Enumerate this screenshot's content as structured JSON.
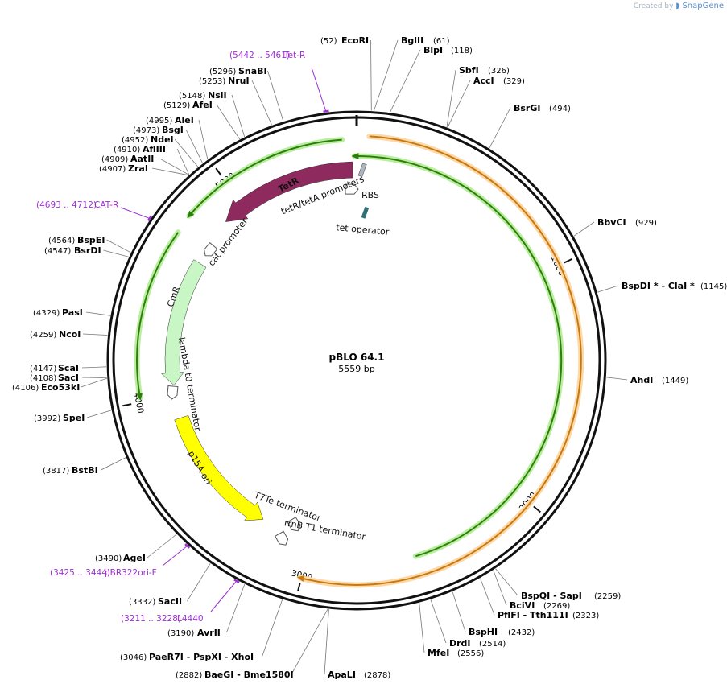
{
  "credit": {
    "created_by": "Created by",
    "brand": "SnapGene"
  },
  "plasmid": {
    "name": "pBLO 64.1",
    "length_label": "5559 bp",
    "length": 5559
  },
  "ticks": [
    {
      "pos": 1000,
      "label": "1000"
    },
    {
      "pos": 2000,
      "label": "2000"
    },
    {
      "pos": 3000,
      "label": "3000"
    },
    {
      "pos": 4000,
      "label": "4000"
    },
    {
      "pos": 5000,
      "label": "5000"
    }
  ],
  "sites": [
    {
      "name": "EcoRI",
      "pos_label": "(52)",
      "pos": 52
    },
    {
      "name": "BglII",
      "pos_label": "(61)",
      "pos": 61
    },
    {
      "name": "BlpI",
      "pos_label": "(118)",
      "pos": 118
    },
    {
      "name": "SbfI",
      "pos_label": "(326)",
      "pos": 326
    },
    {
      "name": "AccI",
      "pos_label": "(329)",
      "pos": 329
    },
    {
      "name": "BsrGI",
      "pos_label": "(494)",
      "pos": 494
    },
    {
      "name": "BbvCI",
      "pos_label": "(929)",
      "pos": 929
    },
    {
      "name": "BspDI * - ClaI *",
      "pos_label": "(1145)",
      "pos": 1145
    },
    {
      "name": "AhdI",
      "pos_label": "(1449)",
      "pos": 1449
    },
    {
      "name": "BspQI - SapI",
      "pos_label": "(2259)",
      "pos": 2259
    },
    {
      "name": "BciVI",
      "pos_label": "(2269)",
      "pos": 2269
    },
    {
      "name": "PflFI - Tth111I",
      "pos_label": "(2323)",
      "pos": 2323
    },
    {
      "name": "BspHI",
      "pos_label": "(2432)",
      "pos": 2432
    },
    {
      "name": "DrdI",
      "pos_label": "(2514)",
      "pos": 2514
    },
    {
      "name": "MfeI",
      "pos_label": "(2556)",
      "pos": 2556
    },
    {
      "name": "ApaLI",
      "pos_label": "(2878)",
      "pos": 2878
    },
    {
      "name": "BaeGI - Bme1580I",
      "pos_label": "(2882)",
      "pos": 2882
    },
    {
      "name": "PaeR7I - PspXI - XhoI",
      "pos_label": "(3046)",
      "pos": 3046
    },
    {
      "name": "AvrII",
      "pos_label": "(3190)",
      "pos": 3190
    },
    {
      "name": "SacII",
      "pos_label": "(3332)",
      "pos": 3332
    },
    {
      "name": "AgeI",
      "pos_label": "(3490)",
      "pos": 3490
    },
    {
      "name": "BstBI",
      "pos_label": "(3817)",
      "pos": 3817
    },
    {
      "name": "SpeI",
      "pos_label": "(3992)",
      "pos": 3992
    },
    {
      "name": "Eco53kI",
      "pos_label": "(4106)",
      "pos": 4106
    },
    {
      "name": "SacI",
      "pos_label": "(4108)",
      "pos": 4108
    },
    {
      "name": "ScaI",
      "pos_label": "(4147)",
      "pos": 4147
    },
    {
      "name": "NcoI",
      "pos_label": "(4259)",
      "pos": 4259
    },
    {
      "name": "PasI",
      "pos_label": "(4329)",
      "pos": 4329
    },
    {
      "name": "BsrDI",
      "pos_label": "(4547)",
      "pos": 4547
    },
    {
      "name": "BspEI",
      "pos_label": "(4564)",
      "pos": 4564
    },
    {
      "name": "ZraI",
      "pos_label": "(4907)",
      "pos": 4907
    },
    {
      "name": "AatII",
      "pos_label": "(4909)",
      "pos": 4909
    },
    {
      "name": "AflIII",
      "pos_label": "(4910)",
      "pos": 4910
    },
    {
      "name": "NdeI",
      "pos_label": "(4952)",
      "pos": 4952
    },
    {
      "name": "BsgI",
      "pos_label": "(4973)",
      "pos": 4973
    },
    {
      "name": "AleI",
      "pos_label": "(4995)",
      "pos": 4995
    },
    {
      "name": "AfeI",
      "pos_label": "(5129)",
      "pos": 5129
    },
    {
      "name": "NsiI",
      "pos_label": "(5148)",
      "pos": 5148
    },
    {
      "name": "NruI",
      "pos_label": "(5253)",
      "pos": 5253
    },
    {
      "name": "SnaBI",
      "pos_label": "(5296)",
      "pos": 5296
    }
  ],
  "primers": [
    {
      "name": "Tet-R",
      "range_label": "(5442 .. 5461)",
      "pos": 5451
    },
    {
      "name": "CAT-R",
      "range_label": "(4693 .. 4712)",
      "pos": 4702
    },
    {
      "name": "pBR322ori-F",
      "range_label": "(3425 .. 3444)",
      "pos": 3434
    },
    {
      "name": "L4440",
      "range_label": "(3211 .. 3228)",
      "pos": 3220
    }
  ],
  "features": [
    {
      "label": "TetR",
      "color": "#8e2a5e"
    },
    {
      "label": "tetR/tetA promoters",
      "color": "#ffffff"
    },
    {
      "label": "RBS",
      "color": "#b0b6c0"
    },
    {
      "label": "tet operator",
      "color": "#2e6f78"
    },
    {
      "label": "cat promoter",
      "color": "#ffffff"
    },
    {
      "label": "CmR",
      "color": "#c8f7c5"
    },
    {
      "label": "lambda t0 terminator",
      "color": "#ffffff"
    },
    {
      "label": "p15A ori",
      "color": "#ffff00"
    },
    {
      "label": "T7Te terminator",
      "color": "#ffffff"
    },
    {
      "label": "rrnB T1 terminator",
      "color": "#ffffff"
    }
  ],
  "colors": {
    "orf_green": "#2e7d0f",
    "orf_green_glow": "#b8ee9c",
    "orf_orange": "#e38b1e",
    "orf_orange_glow": "#fcd9a8",
    "primer": "#9b30d0"
  }
}
